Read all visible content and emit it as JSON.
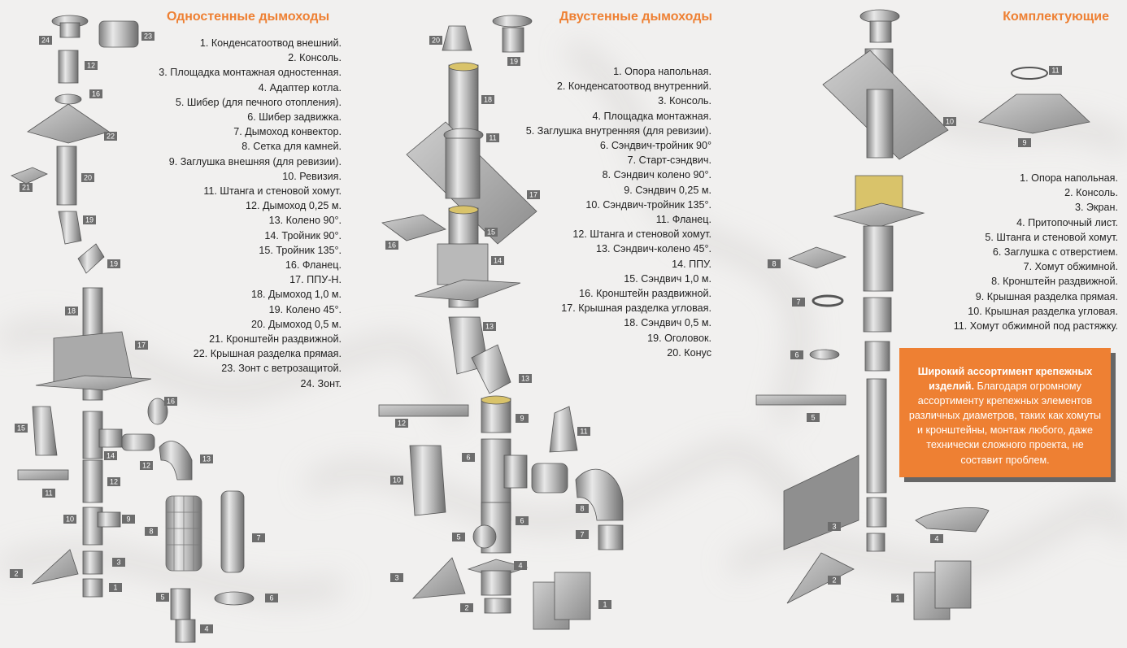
{
  "colors": {
    "accent": "#ee8033",
    "promo_bg": "#ee8033"
  },
  "sections": [
    {
      "title": "Одностенные дымоходы",
      "items": [
        "1. Конденсатоотвод внешний.",
        "2. Консоль.",
        "3. Площадка монтажная одностенная.",
        "4. Адаптер котла.",
        "5. Шибер (для печного отопления).",
        "6. Шибер задвижка.",
        "7. Дымоход конвектор.",
        "8. Сетка для камней.",
        "9. Заглушка внешняя (для ревизии).",
        "10. Ревизия.",
        "11. Штанга и стеновой хомут.",
        "12. Дымоход 0,25 м.",
        "13. Колено 90°.",
        "14. Тройник 90°.",
        "15. Тройник 135°.",
        "16.  Фланец.",
        "17. ППУ-Н.",
        "18. Дымоход 1,0 м.",
        "19. Колено 45°.",
        "20. Дымоход 0,5 м.",
        "21. Кронштейн раздвижной.",
        "22. Крышная разделка прямая.",
        "23. Зонт с ветрозащитой.",
        "24. Зонт."
      ]
    },
    {
      "title": "Двустенные дымоходы",
      "items": [
        "1. Опора напольная.",
        "2. Конденсатоотвод внутренний.",
        "3. Консоль.",
        "4. Площадка монтажная.",
        "5. Заглушка внутренняя (для ревизии).",
        "6.  Сэндвич-тройник 90°",
        "7. Старт-сэндвич.",
        "8. Сэндвич колено 90°.",
        "9. Сэндвич 0,25 м.",
        "10. Сэндвич-тройник 135°.",
        "11. Фланец.",
        "12. Штанга и стеновой хомут.",
        "13. Сэндвич-колено 45°.",
        "14. ППУ.",
        "15. Сэндвич 1,0 м.",
        "16. Кронштейн раздвижной.",
        "17. Крышная разделка угловая.",
        "18. Сэндвич 0,5 м.",
        "19. Оголовок.",
        "20. Конус"
      ]
    },
    {
      "title": "Комплектующие",
      "items": [
        "1. Опора напольная.",
        "2. Консоль.",
        "3. Экран.",
        "4. Притопочный лист.",
        "5. Штанга и стеновой хомут.",
        "6. Заглушка с отверстием.",
        "7. Хомут обжимной.",
        "8. Кронштейн раздвижной.",
        "9. Крышная разделка прямая.",
        "10. Крышная разделка угловая.",
        "11. Хомут обжимной под растяжку."
      ]
    }
  ],
  "promo": {
    "bold": "Широкий ассортимент крепежных изделий.",
    "text": " Благодаря огромному ассортименту крепежных элементов различных диаметров, таких как хомуты и кронштейны, монтаж любого, даже технически сложного проекта, не составит проблем."
  },
  "part_labels": {
    "single": [
      "24",
      "23",
      "12",
      "16",
      "22",
      "20",
      "21",
      "19",
      "19",
      "18",
      "17",
      "16",
      "15",
      "14",
      "12",
      "13",
      "11",
      "12",
      "10",
      "9",
      "8",
      "7",
      "2",
      "3",
      "1",
      "5",
      "6",
      "4"
    ],
    "double": [
      "20",
      "19",
      "18",
      "11",
      "17",
      "16",
      "15",
      "14",
      "13",
      "13",
      "12",
      "9",
      "11",
      "10",
      "6",
      "8",
      "7",
      "5",
      "6",
      "3",
      "4",
      "2",
      "1"
    ],
    "accessories": [
      "11",
      "10",
      "9",
      "8",
      "7",
      "6",
      "5",
      "3",
      "4",
      "2",
      "1"
    ]
  }
}
